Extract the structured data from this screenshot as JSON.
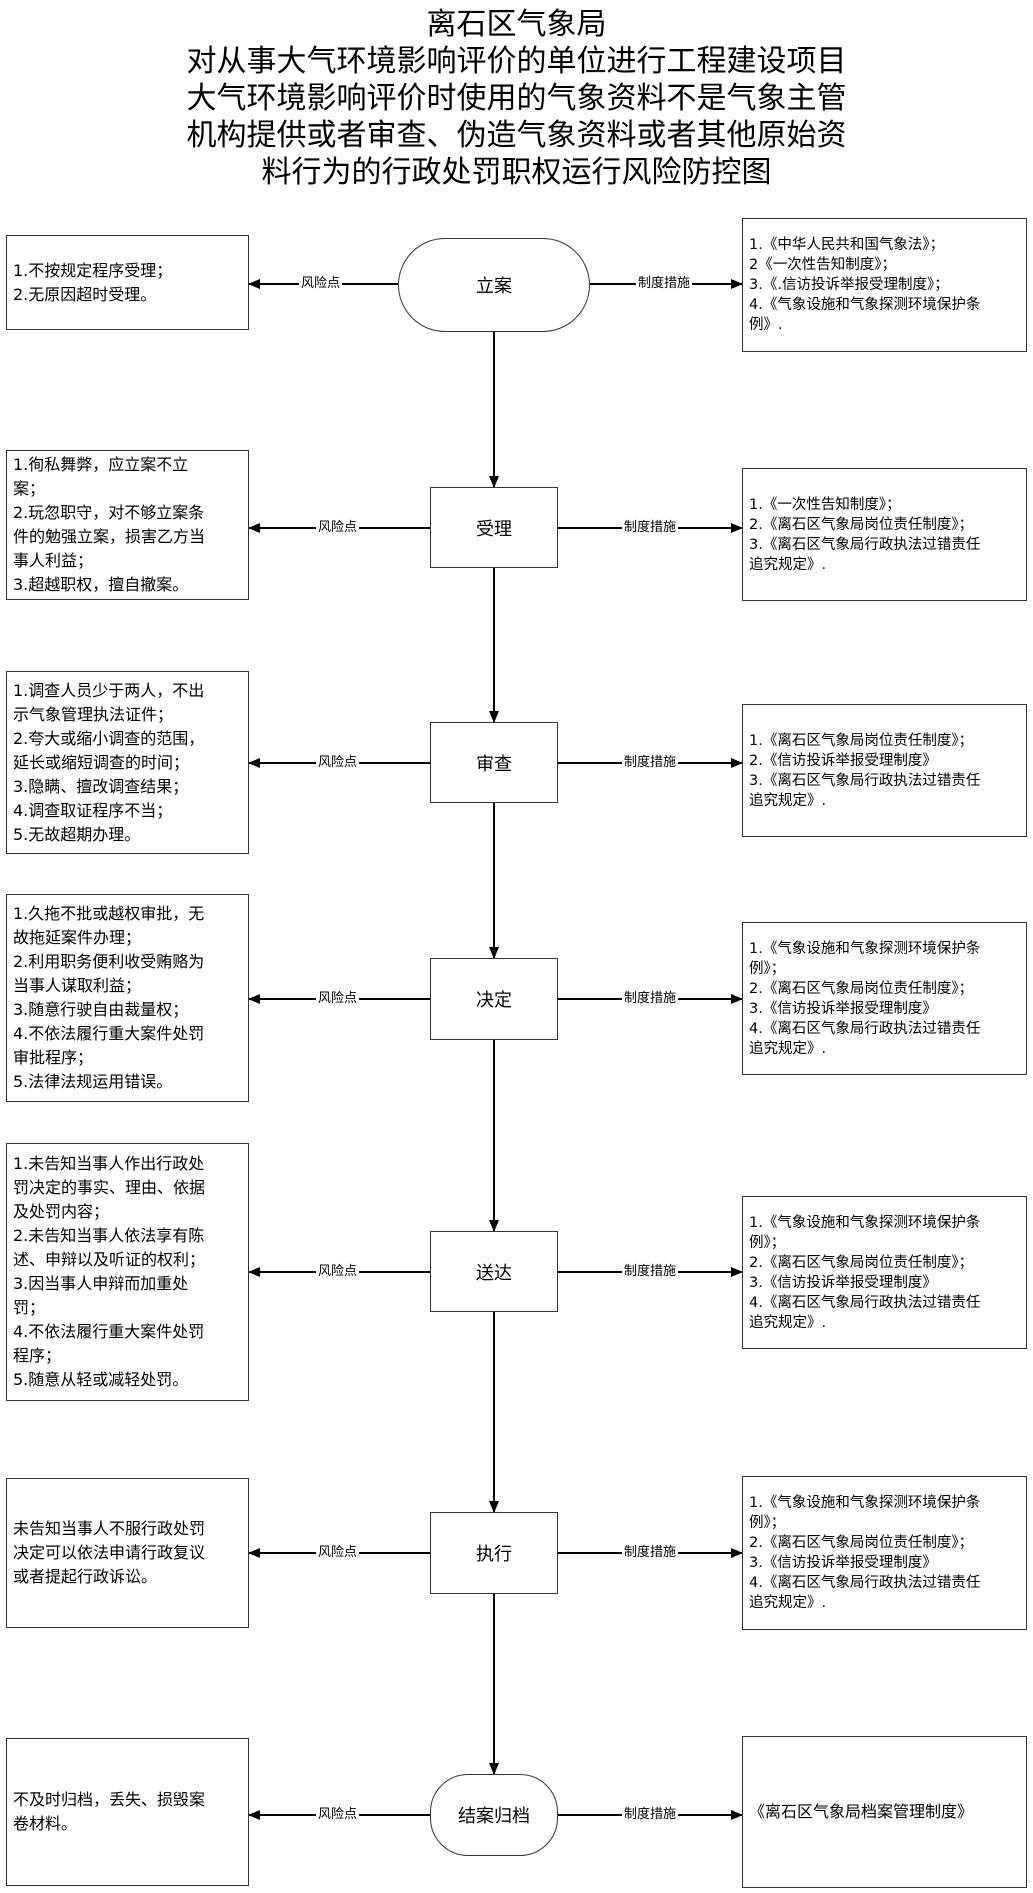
{
  "title_lines": [
    "离石区气象局",
    "对从事大气环境影响评价的单位进行工程建设项目",
    "大气环境影响评价时使用的气象资料不是气象主管",
    "机构提供或者审查、伪造气象资料或者其他原始资",
    "料行为的行政处罚职权运行风险防控图"
  ],
  "risk_label": "风险点",
  "measure_label": "制度措施",
  "stages": [
    {
      "name": "立案",
      "risks": [
        "1.不按规定程序受理；",
        "2.无原因超时受理。"
      ],
      "measures": [
        "1.《中华人民共和国气象法》；",
        "2《一次性告知制度》；",
        "3.《.信访投诉举报受理制度》；",
        "4.《气象设施和气象探测环境保护条",
        "例》."
      ]
    },
    {
      "name": "受理",
      "risks": [
        "1.徇私舞弊，应立案不立",
        "案；",
        "2.玩忽职守，对不够立案条",
        "件的勉强立案，损害乙方当",
        "事人利益；",
        "3.超越职权，擅自撤案。"
      ],
      "measures": [
        "1.《一次性告知制度》；",
        "2.《离石区气象局岗位责任制度》；",
        "3.《离石区气象局行政执法过错责任",
        "追究规定》."
      ]
    },
    {
      "name": "审查",
      "risks": [
        "1.调查人员少于两人，不出",
        "示气象管理执法证件；",
        "2.夸大或缩小调查的范围，",
        "延长或缩短调查的时间；",
        "3.隐瞒、擅改调查结果；",
        "4.调查取证程序不当；",
        "5.无故超期办理。"
      ],
      "measures": [
        "1.《离石区气象局岗位责任制度》；",
        "2.《信访投诉举报受理制度》",
        "3.《离石区气象局行政执法过错责任",
        "追究规定》."
      ]
    },
    {
      "name": "决定",
      "risks": [
        "1.久拖不批或越权审批，无",
        "故拖延案件办理；",
        "2.利用职务便利收受贿赂为",
        "当事人谋取利益；",
        "3.随意行驶自由裁量权；",
        "4.不依法履行重大案件处罚",
        "审批程序；",
        "5.法律法规运用错误。"
      ],
      "measures": [
        "1.《气象设施和气象探测环境保护条",
        "例》；",
        "2.《离石区气象局岗位责任制度》；",
        "3.《信访投诉举报受理制度》",
        "4.《离石区气象局行政执法过错责任",
        "追究规定》."
      ]
    },
    {
      "name": "送达",
      "risks": [
        "1.未告知当事人作出行政处",
        "罚决定的事实、理由、依据",
        "及处罚内容；",
        "2.未告知当事人依法享有陈",
        "述、申辩以及听证的权利；",
        "3.因当事人申辩而加重处",
        "罚；",
        "4.不依法履行重大案件处罚",
        "程序；",
        "5.随意从轻或减轻处罚。"
      ],
      "measures": [
        "1.《气象设施和气象探测环境保护条",
        "例》；",
        "2.《离石区气象局岗位责任制度》；",
        "3.《信访投诉举报受理制度》",
        "4.《离石区气象局行政执法过错责任",
        "追究规定》."
      ]
    },
    {
      "name": "执行",
      "risks": [
        "未告知当事人不服行政处罚",
        "决定可以依法申请行政复议",
        "或者提起行政诉讼。"
      ],
      "measures": [
        "1.《气象设施和气象探测环境保护条",
        "例》；",
        "2.《离石区气象局岗位责任制度》；",
        "3.《信访投诉举报受理制度》",
        "4.《离石区气象局行政执法过错责任",
        "追究规定》."
      ]
    },
    {
      "name": "结案归档",
      "risks": [
        "不及时归档，丢失、损毁案",
        "卷材料。"
      ],
      "measures": [
        "《离石区气象局档案管理制度》"
      ]
    }
  ]
}
